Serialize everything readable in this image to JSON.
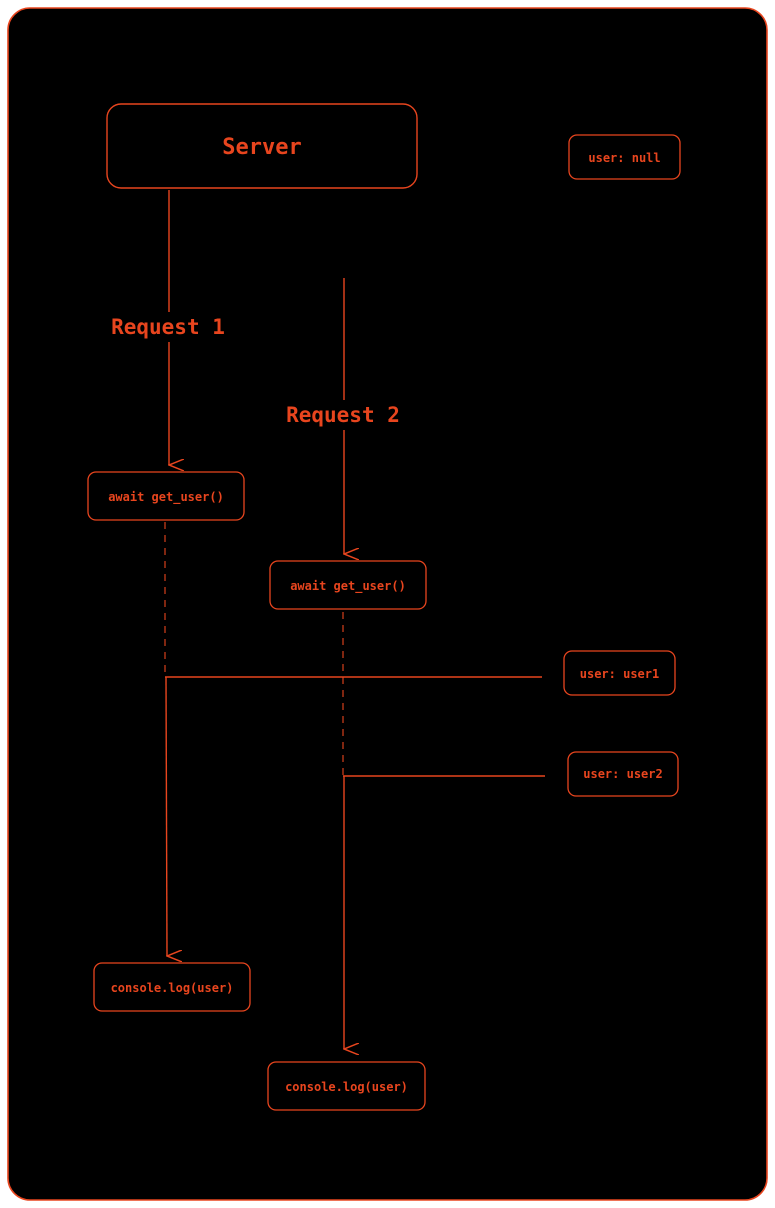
{
  "colors": {
    "background": "#000000",
    "stroke": "#e8451e",
    "text": "#e8451e",
    "page": "#ffffff"
  },
  "server": {
    "label": "Server"
  },
  "state": {
    "initial": "user: null"
  },
  "requests": [
    {
      "label": "Request 1",
      "await_label": "await get_user()",
      "result_label": "user: user1",
      "log_label": "console.log(user)"
    },
    {
      "label": "Request 2",
      "await_label": "await get_user()",
      "result_label": "user: user2",
      "log_label": "console.log(user)"
    }
  ]
}
